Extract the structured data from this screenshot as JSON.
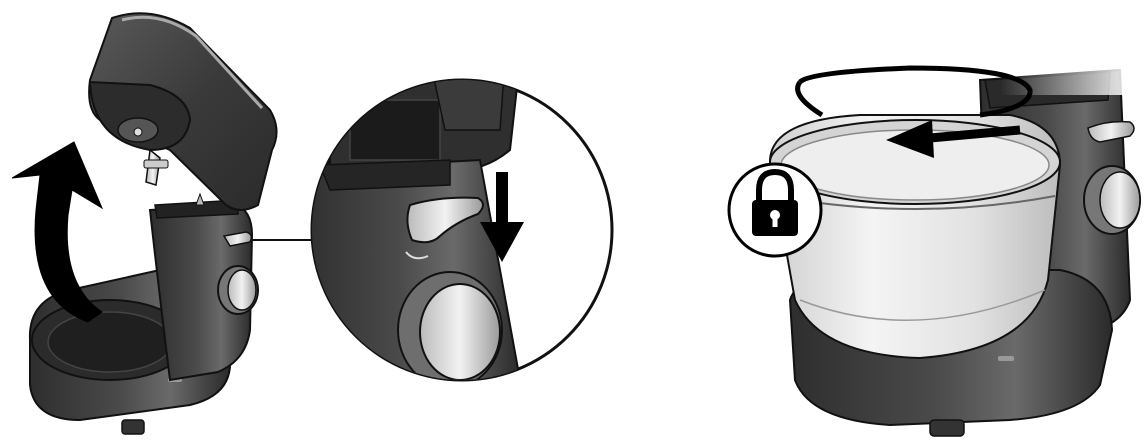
{
  "figure": {
    "panels": [
      {
        "id": "raise-head",
        "steps": [
          {
            "action": "tilt-head-up",
            "icon": "curved-arrow-up-icon"
          },
          {
            "action": "press-release-lever-down",
            "icon": "arrow-down-icon"
          }
        ]
      },
      {
        "id": "lock-bowl",
        "steps": [
          {
            "action": "rotate-bowl-to-lock",
            "icon": "rotate-arrow-icon"
          },
          {
            "action": "locked",
            "icon": "padlock-icon"
          }
        ]
      }
    ],
    "colors": {
      "body_dark": "#3a3a3a",
      "body_mid": "#555555",
      "highlight": "#9a9a9a",
      "bowl": "#e6e6e6",
      "outline": "#111111",
      "background": "#ffffff"
    }
  }
}
